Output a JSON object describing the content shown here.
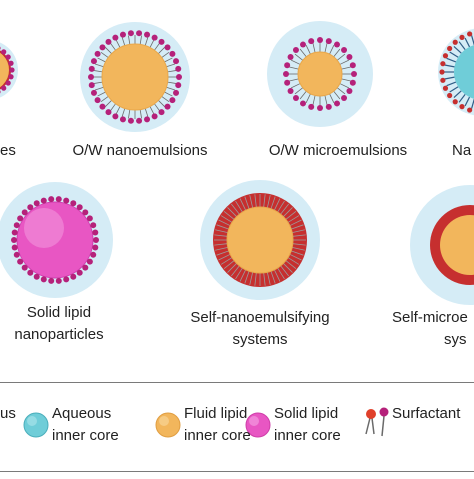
{
  "figure": {
    "items": [
      {
        "label": "es",
        "label2": ""
      },
      {
        "label": "O/W nanoemulsions",
        "label2": ""
      },
      {
        "label": "O/W microemulsions",
        "label2": ""
      },
      {
        "label": "Na",
        "label2": ""
      },
      {
        "label": "Solid lipid",
        "label2": "nanoparticles"
      },
      {
        "label": "Self-nanoemulsifying",
        "label2": "systems"
      },
      {
        "label": "Self-microe",
        "label2": "sys"
      }
    ]
  },
  "legend": {
    "items": [
      {
        "line1": "us",
        "line2": ""
      },
      {
        "line1": "Aqueous",
        "line2": "inner core"
      },
      {
        "line1": "Fluid lipid",
        "line2": "inner core"
      },
      {
        "line1": "Solid lipid",
        "line2": "inner core"
      },
      {
        "line1": "Surfactant",
        "line2": ""
      }
    ]
  },
  "colors": {
    "halo": "#d5ecf6",
    "fluid_core": "#f2b65c",
    "solid_core": "#e856c3",
    "aqueous_core": "#6fcdd8",
    "shell_red": "#c62f2f",
    "surfactant_head": "#b5217a",
    "tail": "#6a6a6a",
    "micro_tail": "#2f5d86"
  }
}
